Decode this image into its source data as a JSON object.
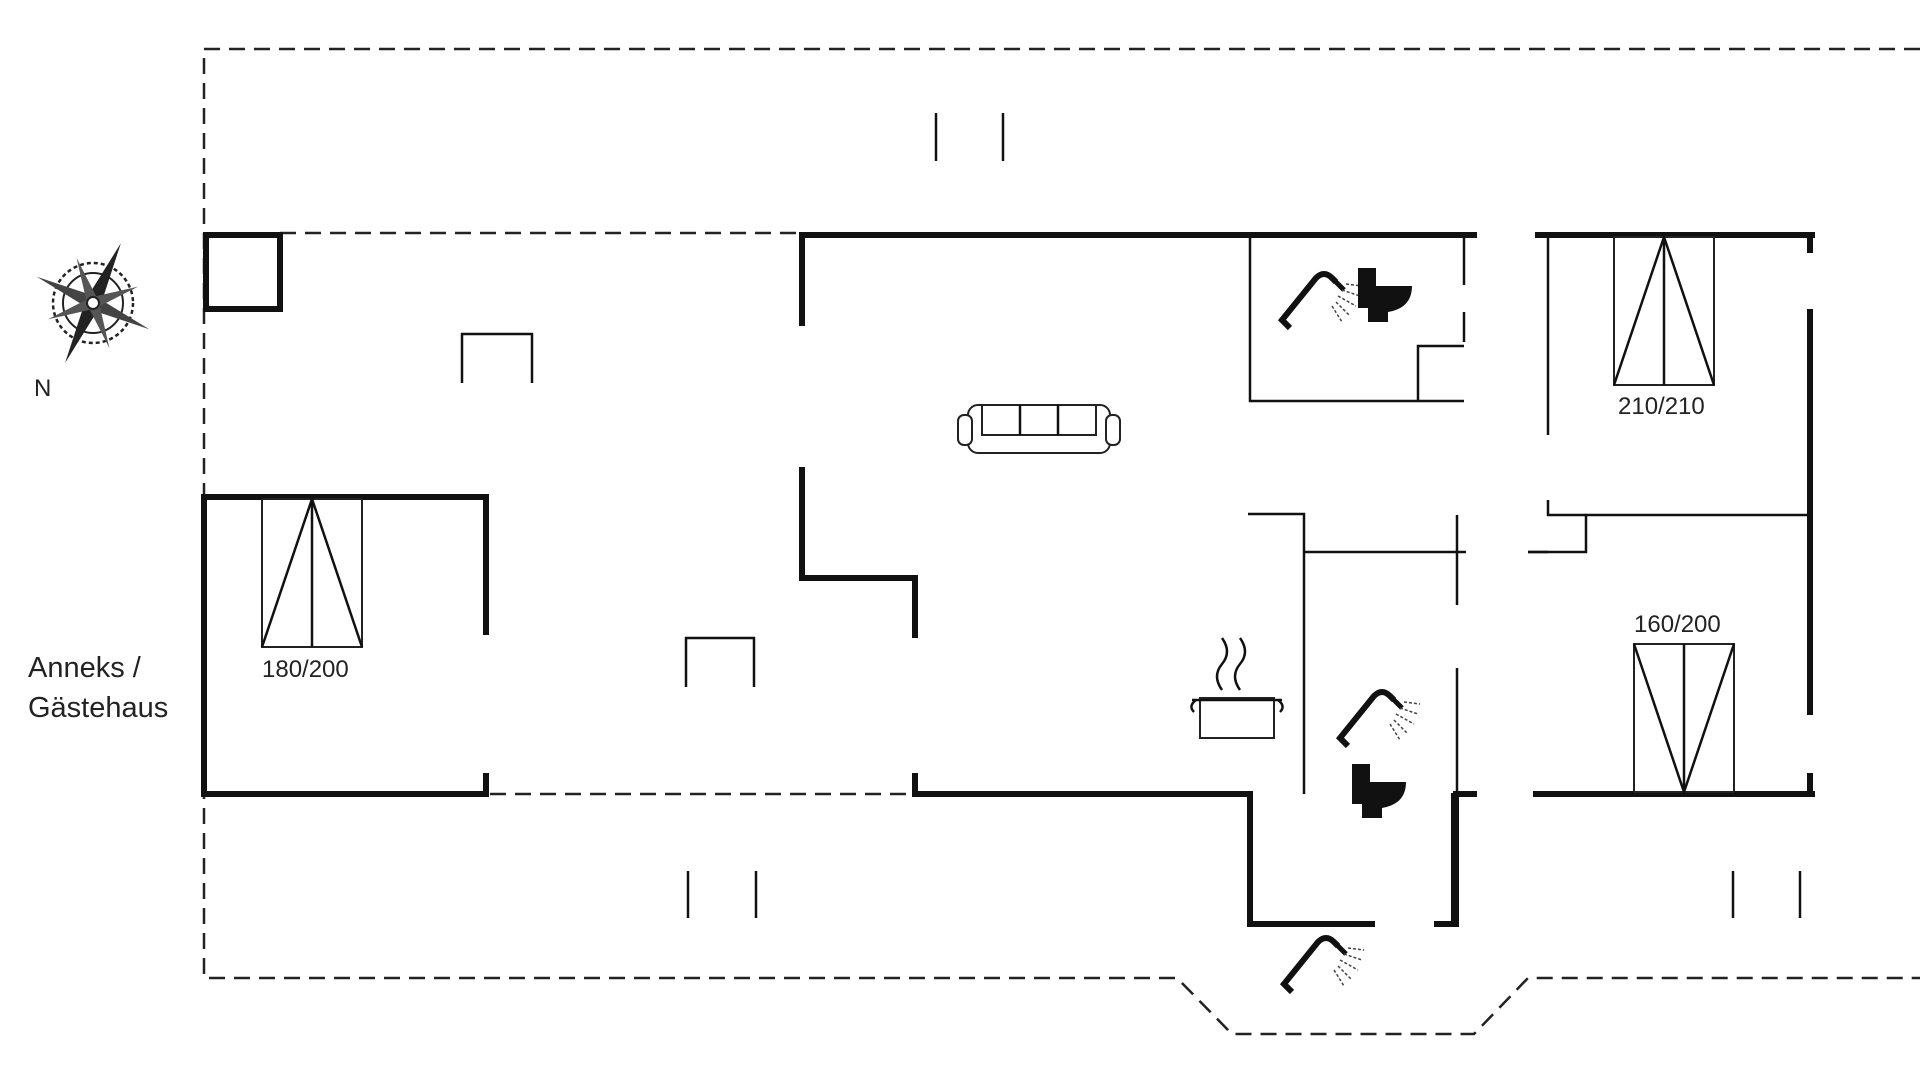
{
  "annex": {
    "line1": "Anneks /",
    "line2": "Gästehaus"
  },
  "compass": {
    "north_label": "N"
  },
  "beds": {
    "annex_bed": "180/200",
    "bedroom_top_right": "210/210",
    "bedroom_bottom_right": "160/200"
  },
  "icons": [
    "compass-rose-icon",
    "shower-icon",
    "toilet-icon",
    "sofa-icon",
    "cooking-pot-icon",
    "bed-icon"
  ],
  "colors": {
    "line": "#111111",
    "background": "#ffffff"
  }
}
